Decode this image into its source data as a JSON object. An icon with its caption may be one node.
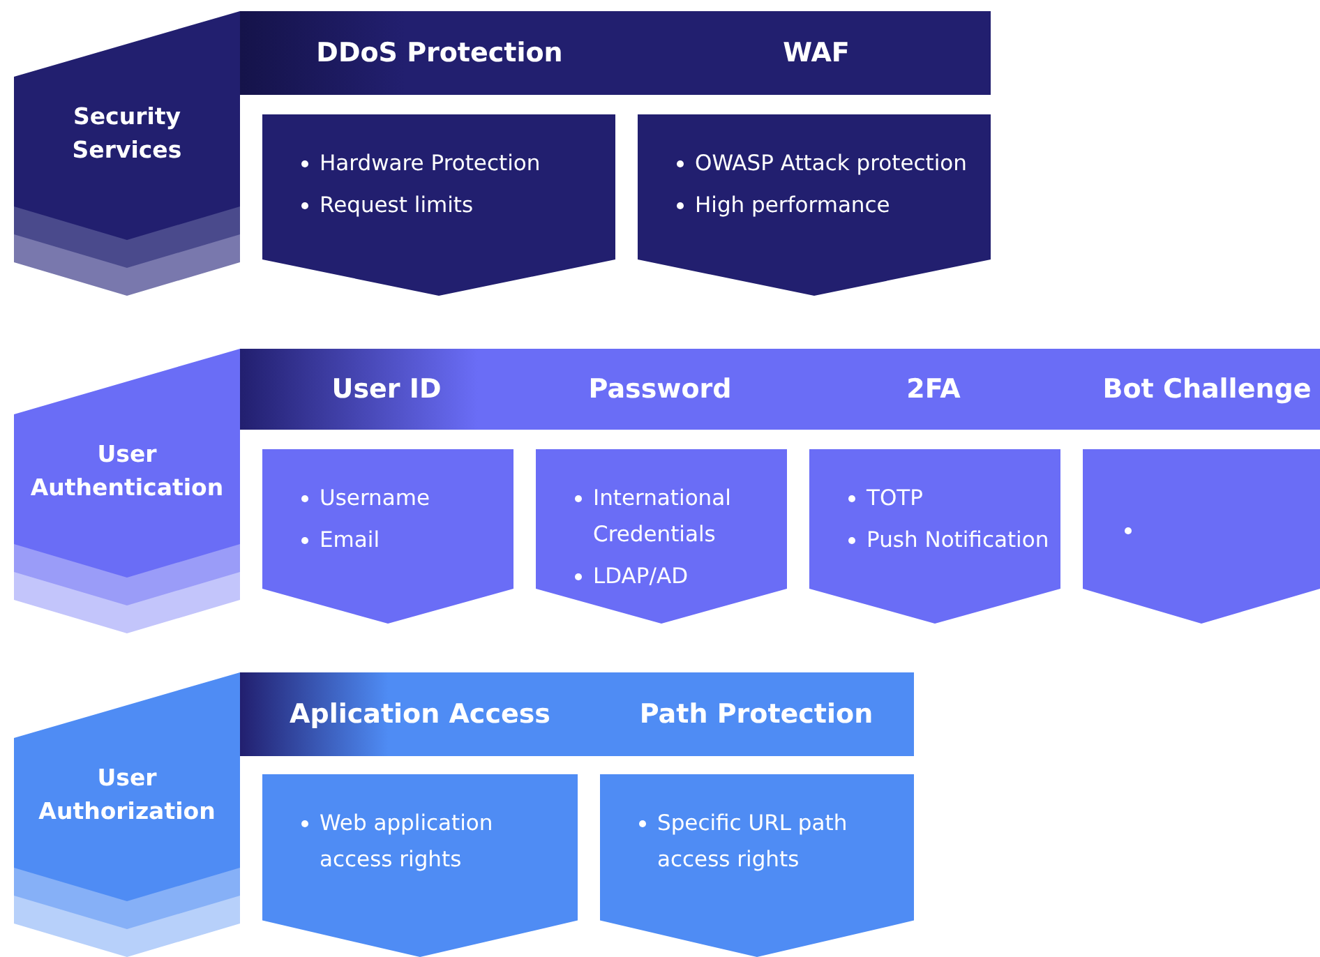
{
  "diagram": {
    "nodes": [
      {
        "text": [
          "Security Services"
        ]
      },
      {
        "text": [
          "DDoS Protection",
          "WAF"
        ]
      },
      {
        "text": [
          "Hardware Protection",
          "Request limits"
        ]
      },
      {
        "text": [
          "OWASP Attack protection",
          "High performance"
        ]
      },
      {
        "text": [
          "User Authentication"
        ]
      },
      {
        "text": [
          "User ID",
          "Password",
          "2FA",
          "Bot Challenge"
        ]
      },
      {
        "text": [
          "Username",
          "Email"
        ]
      },
      {
        "text": [
          "International Credentials",
          "LDAP/AD"
        ]
      },
      {
        "text": [
          "TOTP",
          "Push Notification"
        ]
      },
      {
        "text": [],
        "shape": "box"
      },
      {
        "text": [
          "User Authorization"
        ]
      },
      {
        "text": [
          "Aplication Access",
          "Path Protection"
        ]
      },
      {
        "text": [
          "Web application access rights"
        ]
      },
      {
        "text": [
          "Specific URL path access rights"
        ]
      }
    ],
    "edges": []
  }
}
